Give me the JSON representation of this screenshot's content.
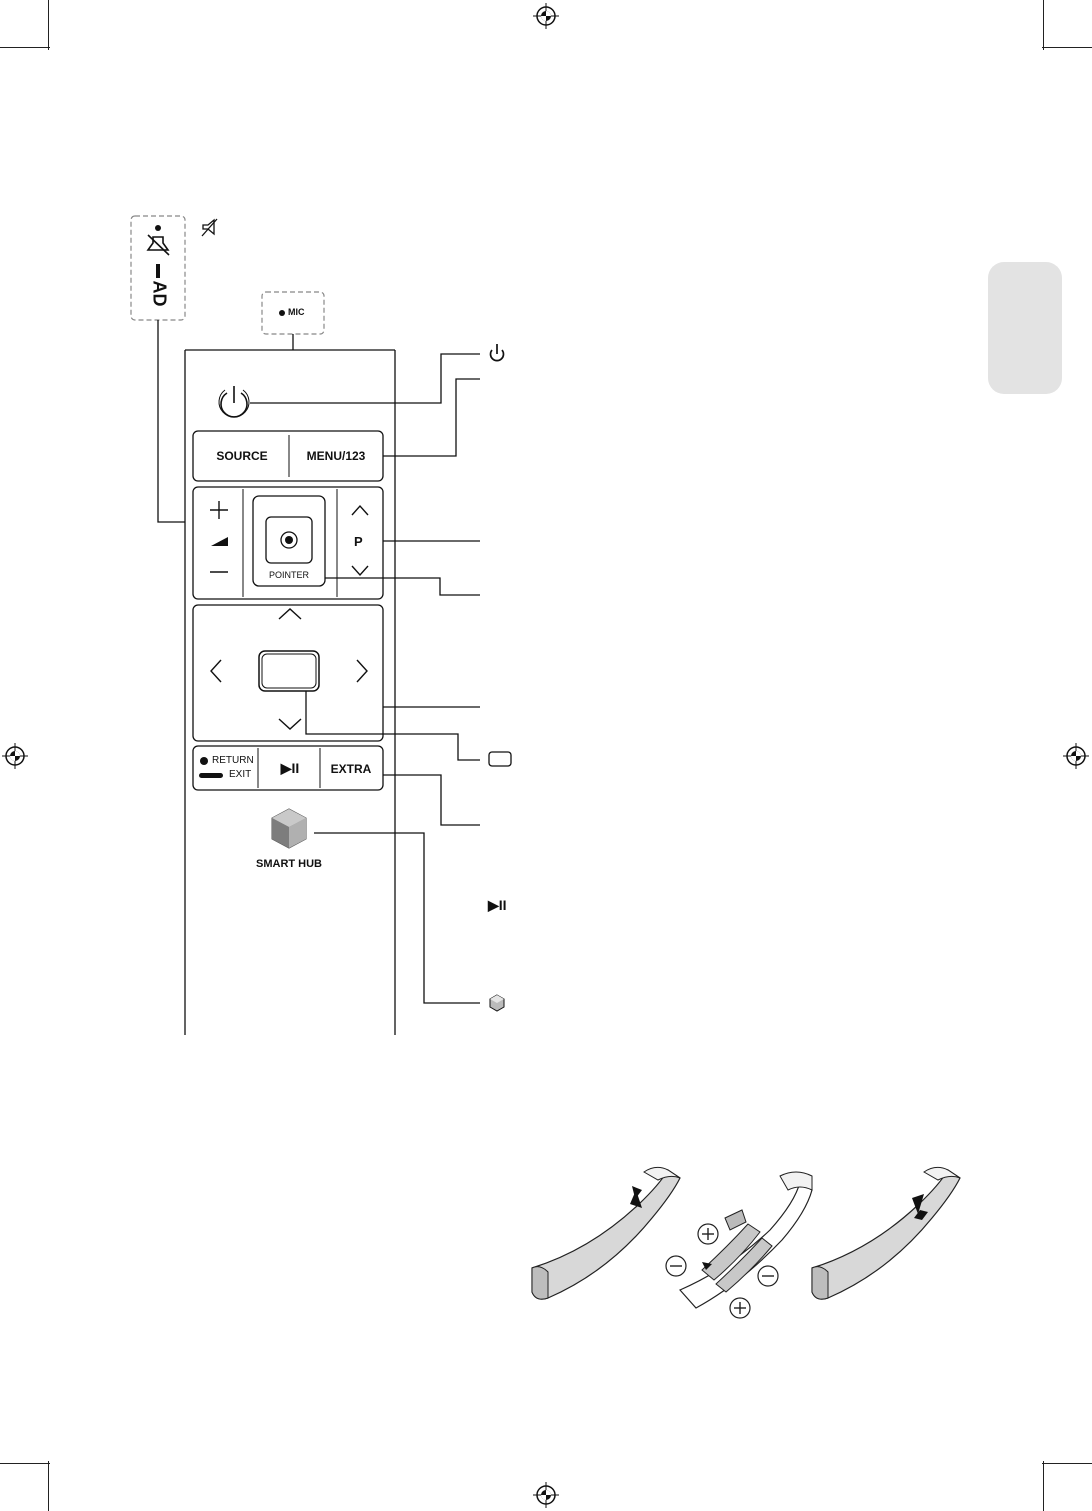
{
  "remote": {
    "mute_ad_labels": {
      "ad": "AD"
    },
    "mic_label": "MIC",
    "source_label": "SOURCE",
    "menu_label": "MENU/123",
    "volume_plus": "+",
    "volume_minus": "—",
    "channel_label": "P",
    "pointer_label": "POINTER",
    "return_label": "RETURN",
    "exit_label": "EXIT",
    "play_pause_label": "▶II",
    "extra_label": "EXTRA",
    "smart_hub_label": "SMART HUB"
  },
  "callouts": {
    "play_pause_symbol": "▶II"
  },
  "colors": {
    "line": "#111111",
    "tab": "#e3e3e3",
    "battery_cover": "#d8d8d8"
  }
}
